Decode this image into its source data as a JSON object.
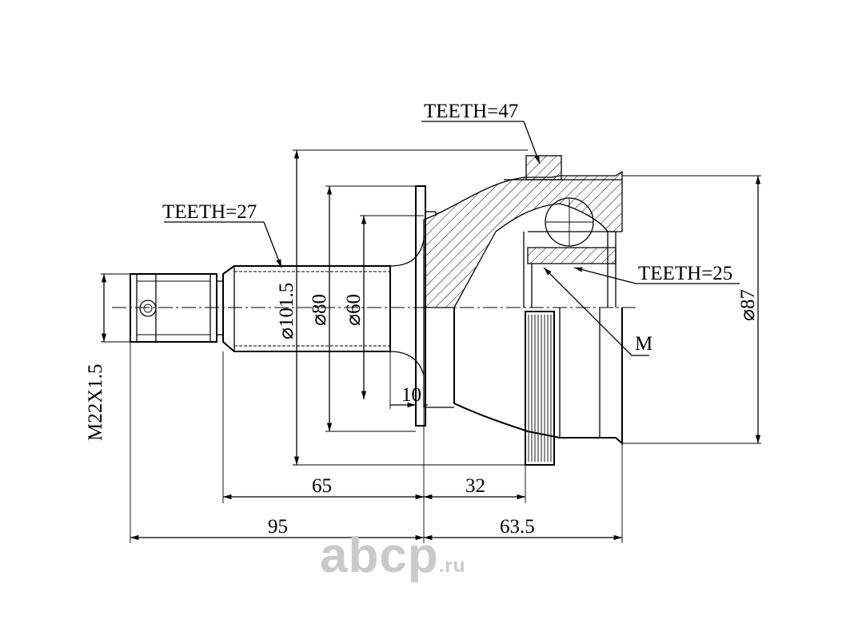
{
  "labels": {
    "teeth_47": "TEETH=47",
    "teeth_27": "TEETH=27",
    "teeth_25": "TEETH=25",
    "m": "M",
    "thread": "M22X1.5",
    "dia_101_5": "⌀101.5",
    "dia_80": "⌀80",
    "dia_60": "⌀60",
    "dia_87": "⌀87",
    "dim_10": "10",
    "dim_65": "65",
    "dim_32": "32",
    "dim_95": "95",
    "dim_63_5": "63.5"
  },
  "watermark": {
    "main": "abcp",
    "tld": ".ru"
  }
}
